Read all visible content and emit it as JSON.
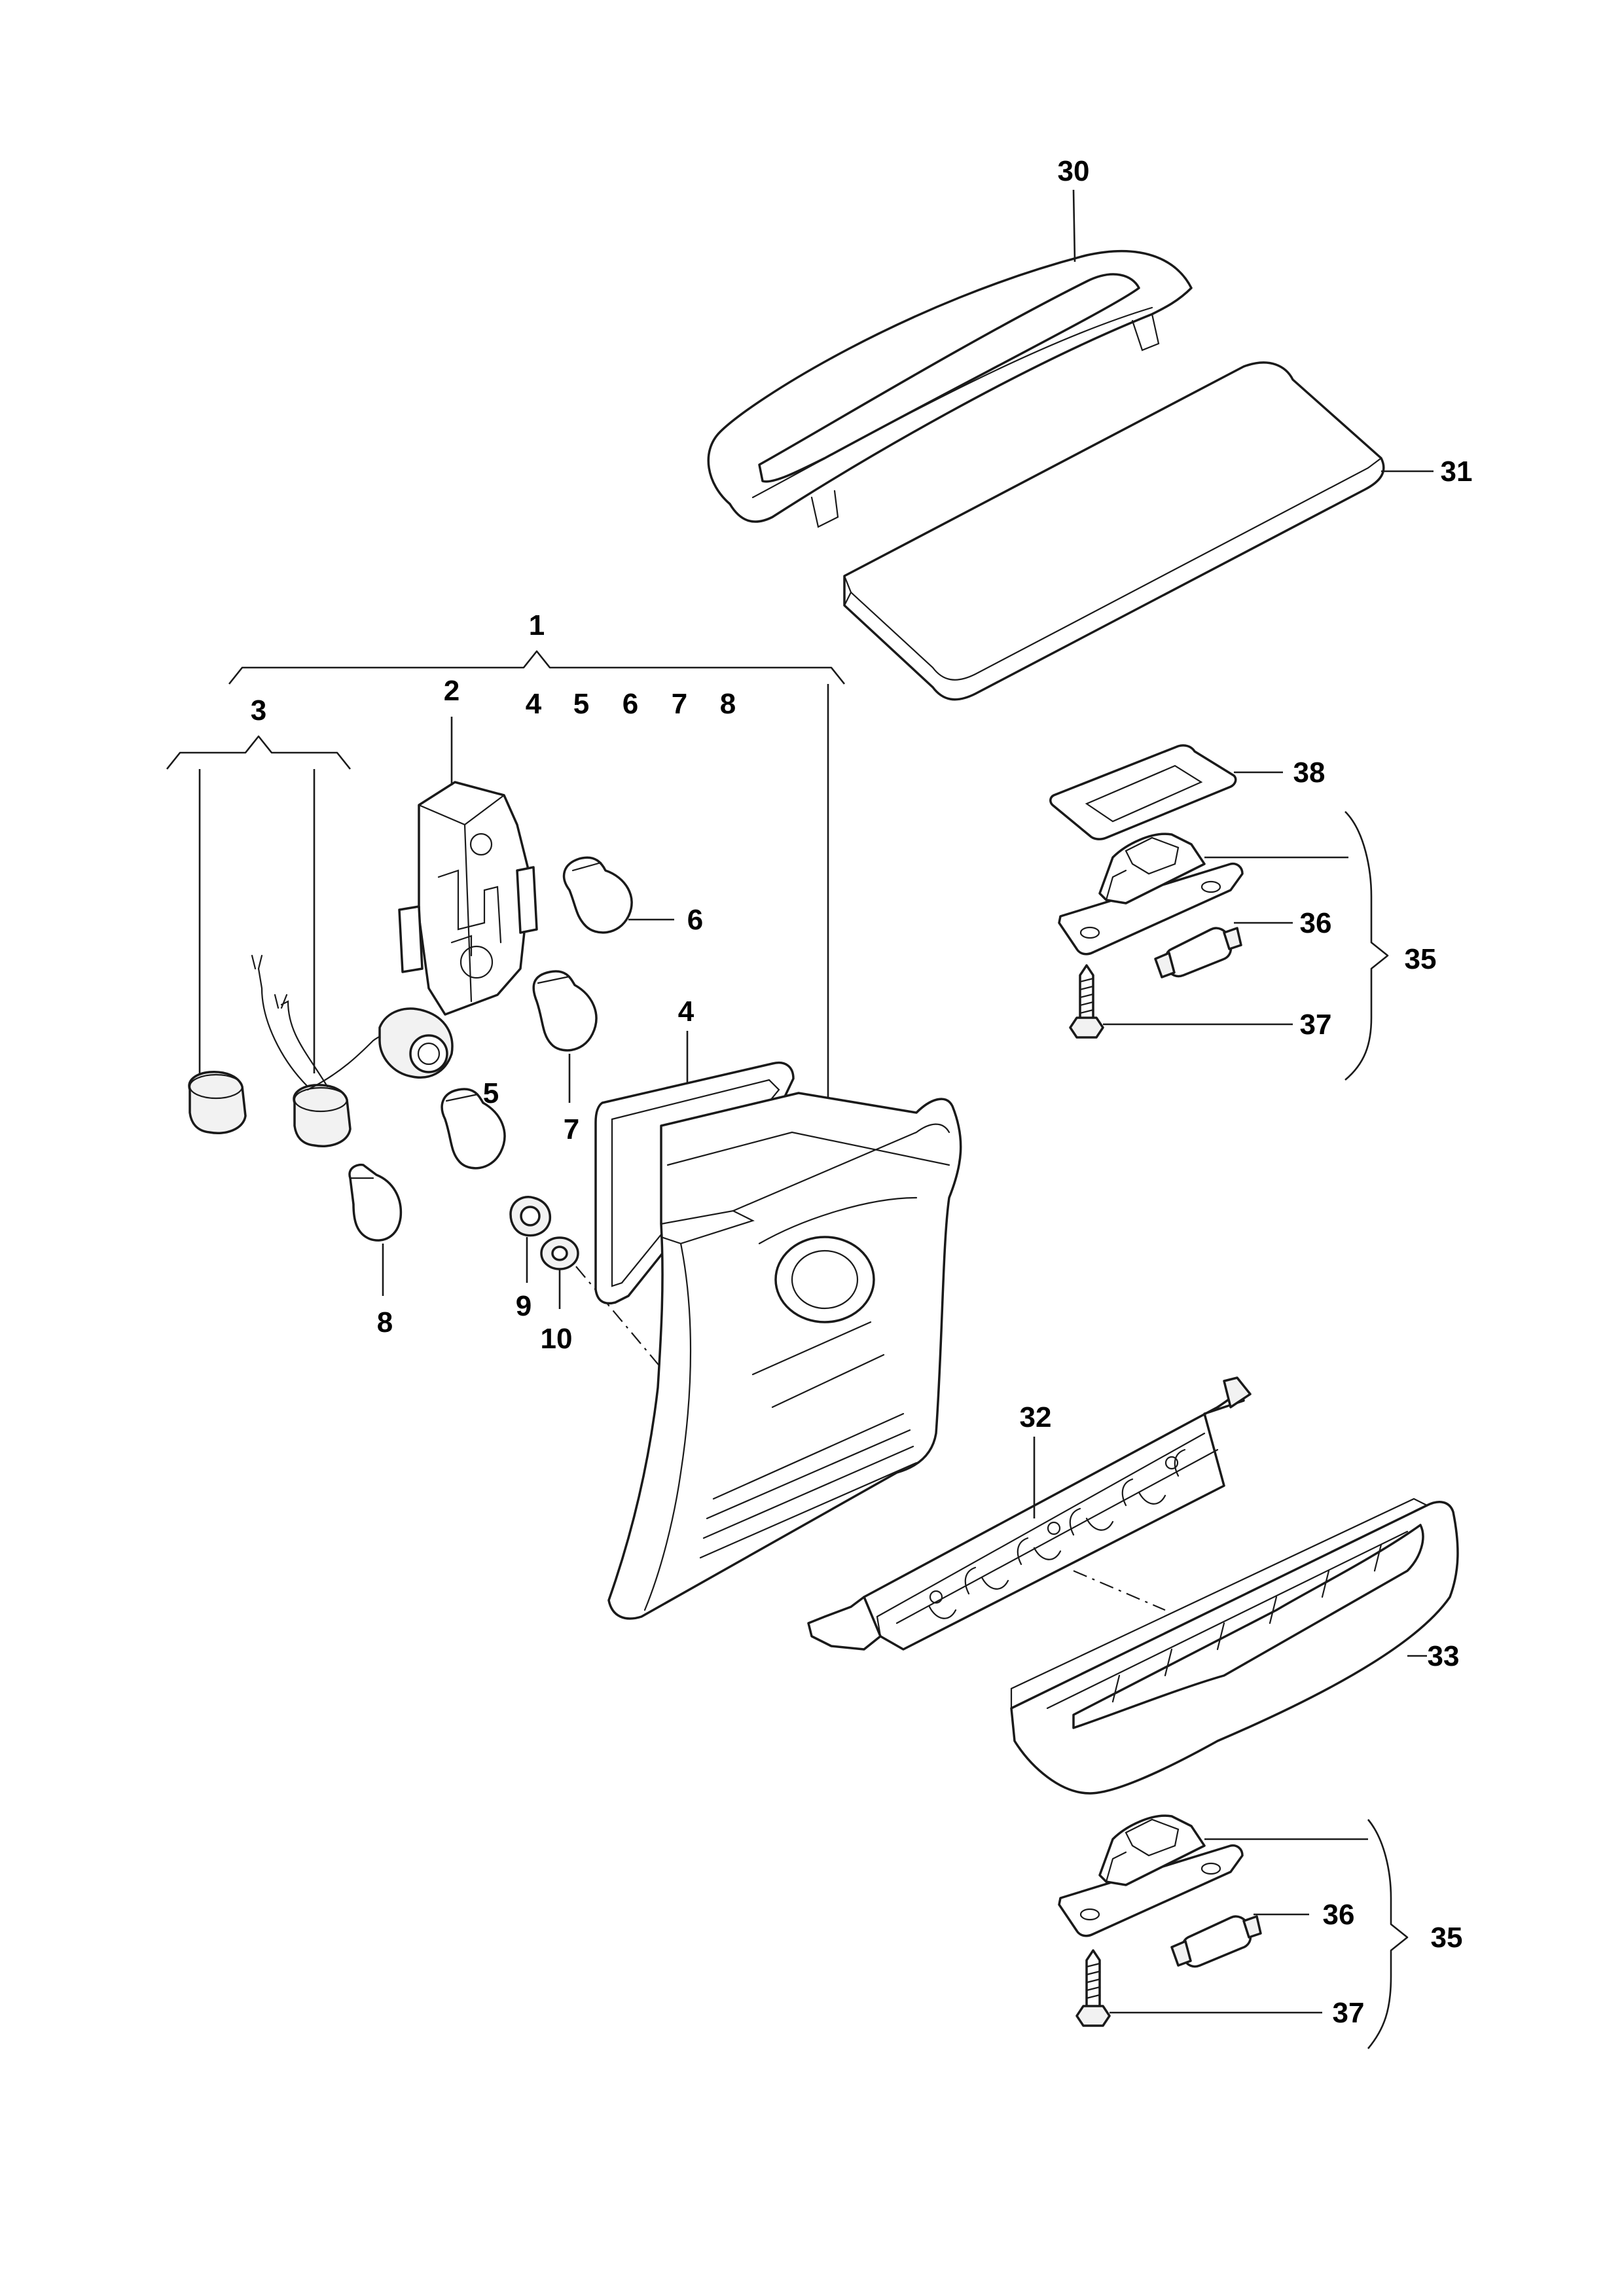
{
  "callouts": {
    "c1": "1",
    "c2": "2",
    "c3": "3",
    "c4a": "4",
    "c5a": "5",
    "c6a": "6",
    "c7a": "7",
    "c8a": "8",
    "c4": "4",
    "c5": "5",
    "c6": "6",
    "c7": "7",
    "c8": "8",
    "c9": "9",
    "c10": "10",
    "c30": "30",
    "c31": "31",
    "c32": "32",
    "c33": "33",
    "c35a": "35",
    "c36a": "36",
    "c37a": "37",
    "c38": "38",
    "c35b": "35",
    "c36b": "36",
    "c37b": "37"
  }
}
